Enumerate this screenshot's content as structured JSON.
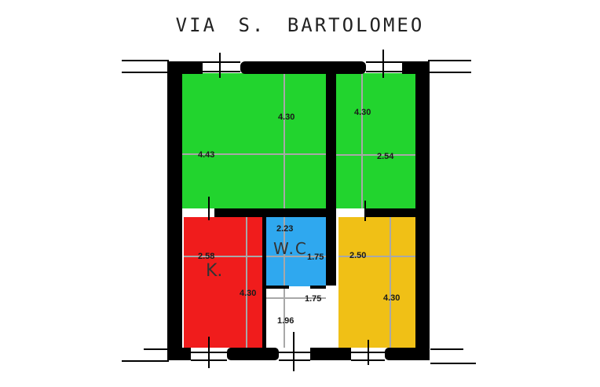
{
  "title": "VIA   S. BARTOLOMEO",
  "colors": {
    "living": "#22d42e",
    "kitchen": "#f01c1c",
    "wc": "#2fa8ef",
    "bedroom": "#f0c016",
    "hall": "#ffffff",
    "wall": "#000000",
    "gridline": "#a8a8a8"
  },
  "rooms": {
    "living_left": {
      "dims": [
        "4.30",
        "4.43"
      ]
    },
    "living_right": {
      "dims": [
        "4.30",
        "2.54"
      ]
    },
    "kitchen": {
      "label": "K.",
      "dims": [
        "2.58",
        "4.30"
      ]
    },
    "wc": {
      "label": "W.C",
      "dims": [
        "2.23",
        "1.75"
      ]
    },
    "hall": {
      "dims": [
        "1.75",
        "1.96"
      ]
    },
    "bedroom": {
      "dims": [
        "2.50",
        "4.30"
      ]
    }
  }
}
